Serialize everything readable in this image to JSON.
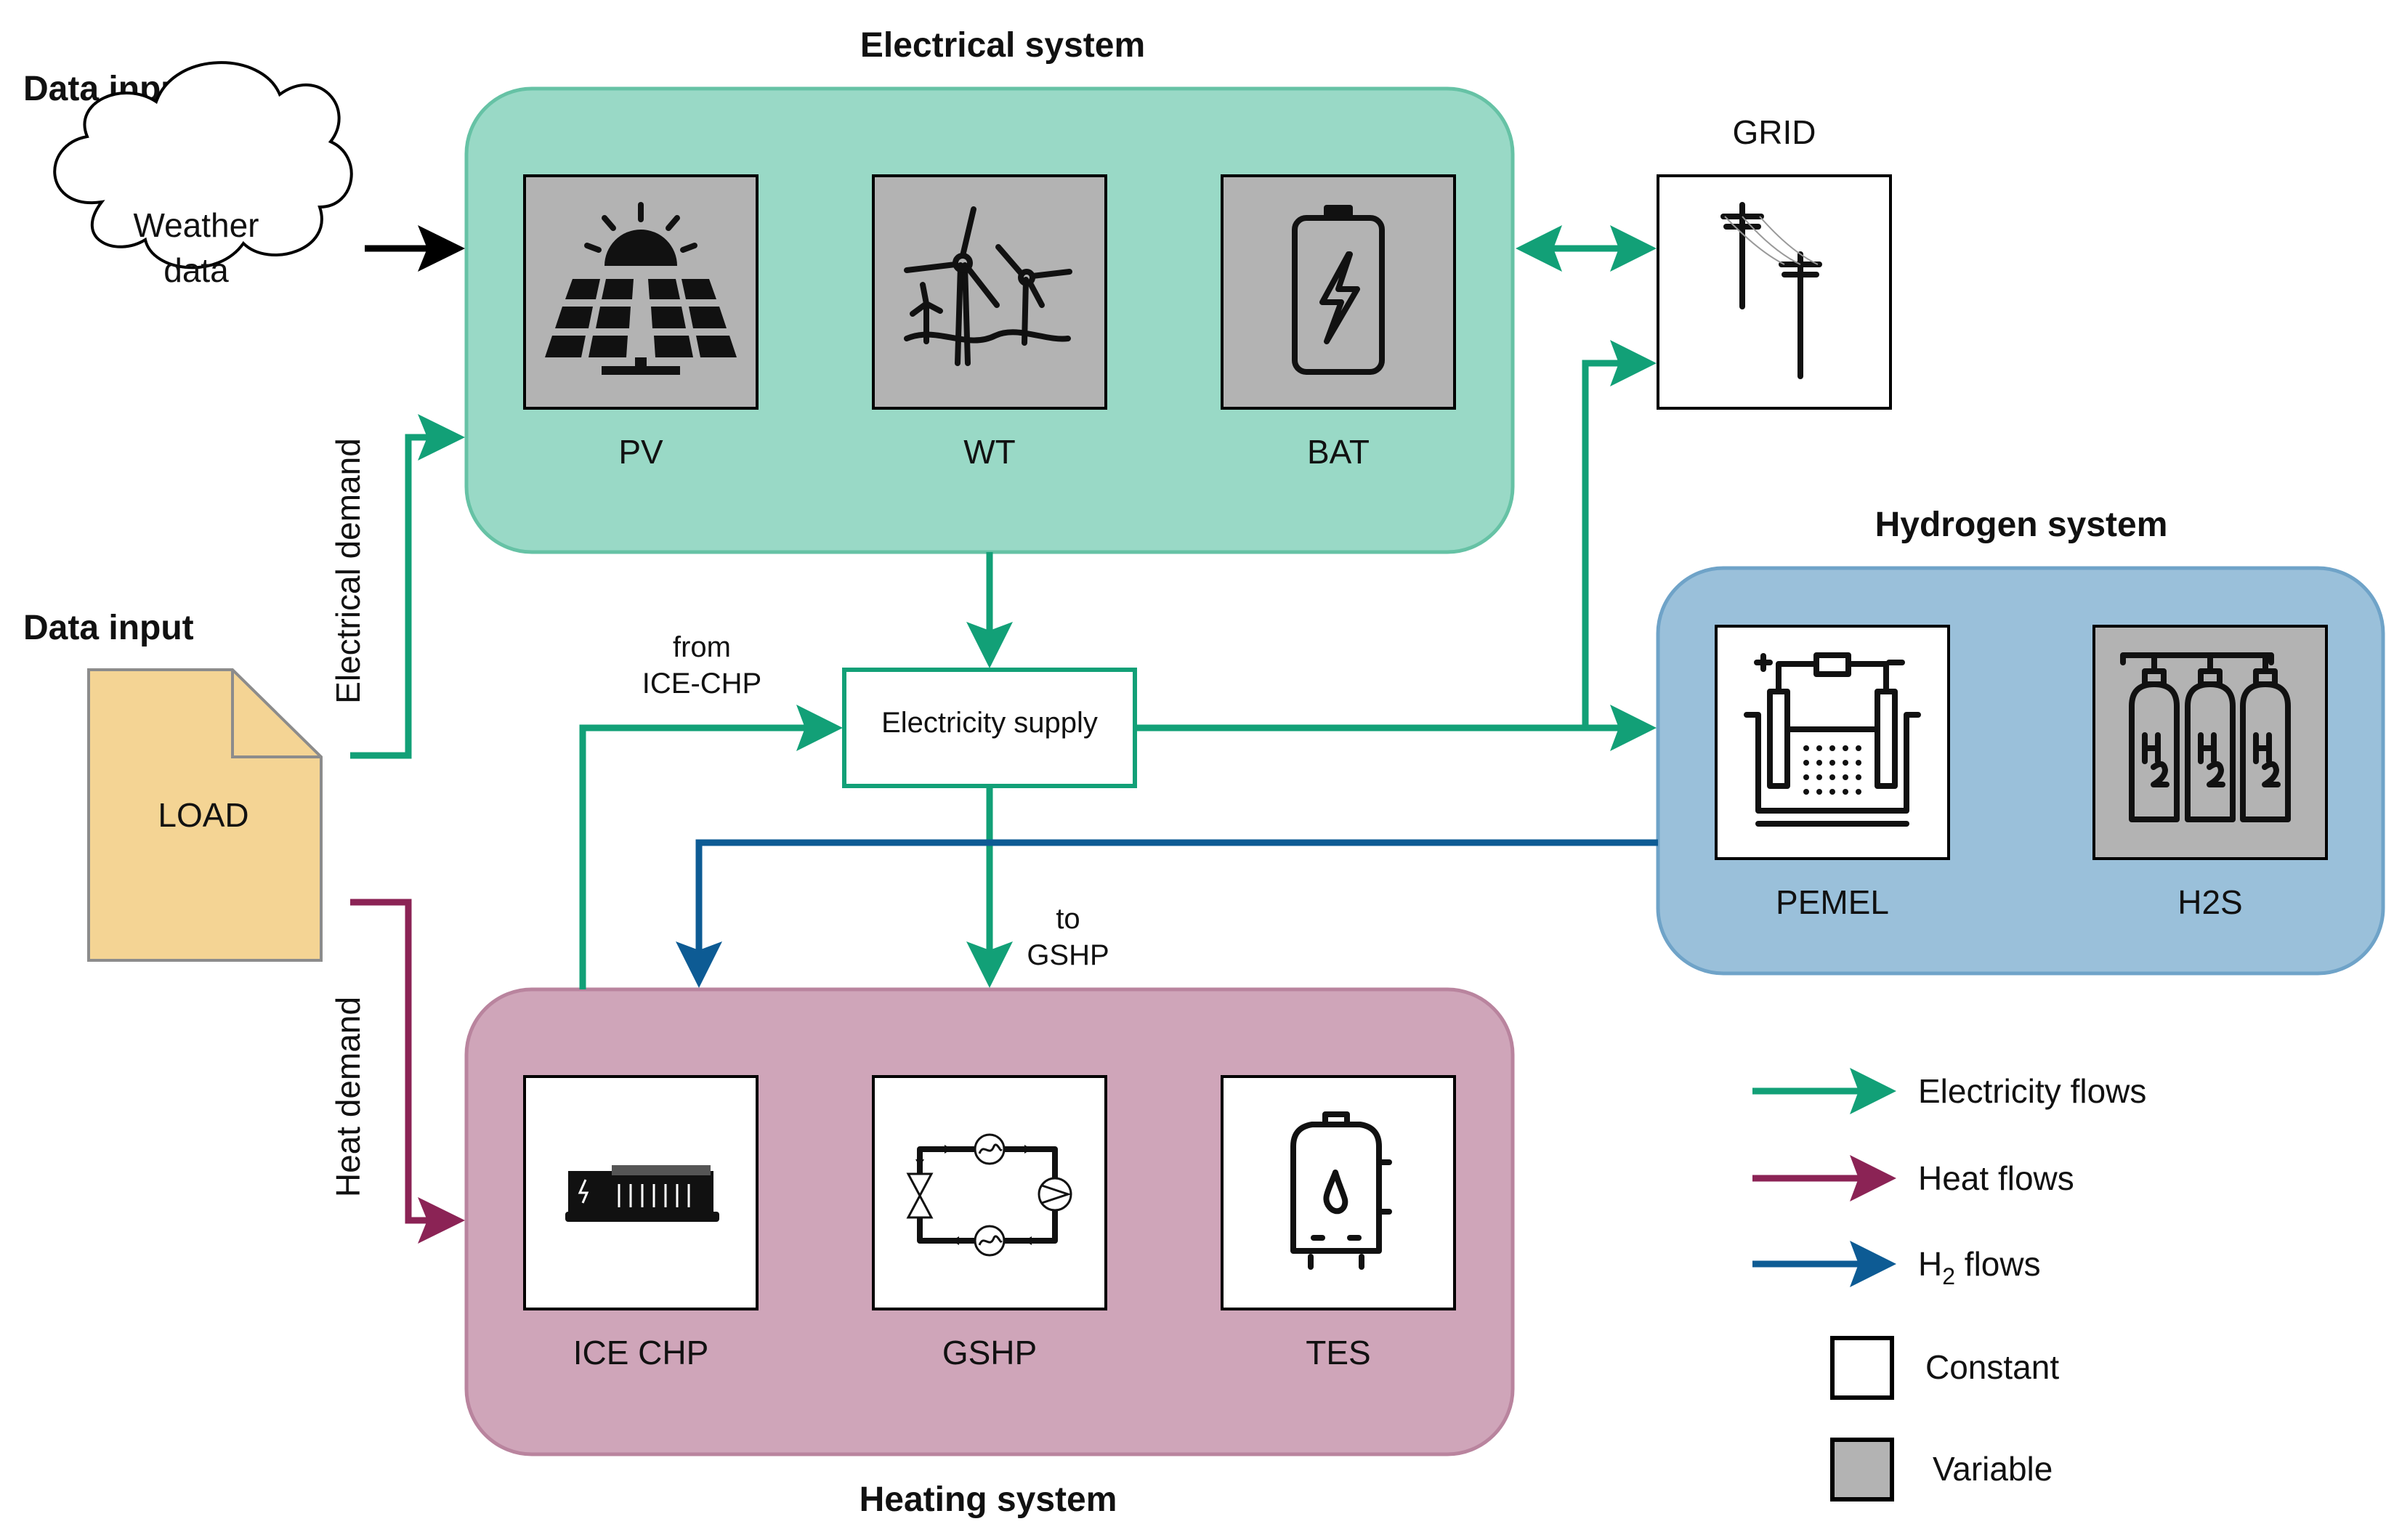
{
  "titles": {
    "electrical_system": "Electrical system",
    "heating_system": "Heating system",
    "hydrogen_system": "Hydrogen system",
    "data_input_weather": "Data input",
    "data_input_load": "Data input"
  },
  "inputs": {
    "weather_line1": "Weather",
    "weather_line2": "data",
    "load": "LOAD"
  },
  "electrical_components": {
    "pv": "PV",
    "wt": "WT",
    "bat": "BAT"
  },
  "grid": "GRID",
  "heating_components": {
    "ice_chp": "ICE CHP",
    "gshp": "GSHP",
    "tes": "TES"
  },
  "hydrogen_components": {
    "pemel": "PEMEL",
    "h2s": "H2S"
  },
  "flow_labels": {
    "electrical_demand": "Electrical demand",
    "heat_demand": "Heat demand",
    "electricity_supply": "Electricity supply",
    "from_line1": "from",
    "from_line2": "ICE-CHP",
    "to_line1": "to",
    "to_line2": "GSHP"
  },
  "legend": {
    "electricity_flows": "Electricity flows",
    "heat_flows": "Heat flows",
    "h2_prefix": "H",
    "h2_sub": "2",
    "h2_suffix": " flows",
    "constant": "Constant",
    "variable": "Variable"
  },
  "colors": {
    "electricity": "#12a077",
    "heat": "#8b2355",
    "hydrogen": "#0d5b94",
    "electrical_panel": "#99d9c6",
    "heating_panel": "#cfa5b9",
    "hydrogen_panel": "#9ac0da",
    "load_doc": "#f4d494",
    "variable_box": "#b3b3b3"
  }
}
